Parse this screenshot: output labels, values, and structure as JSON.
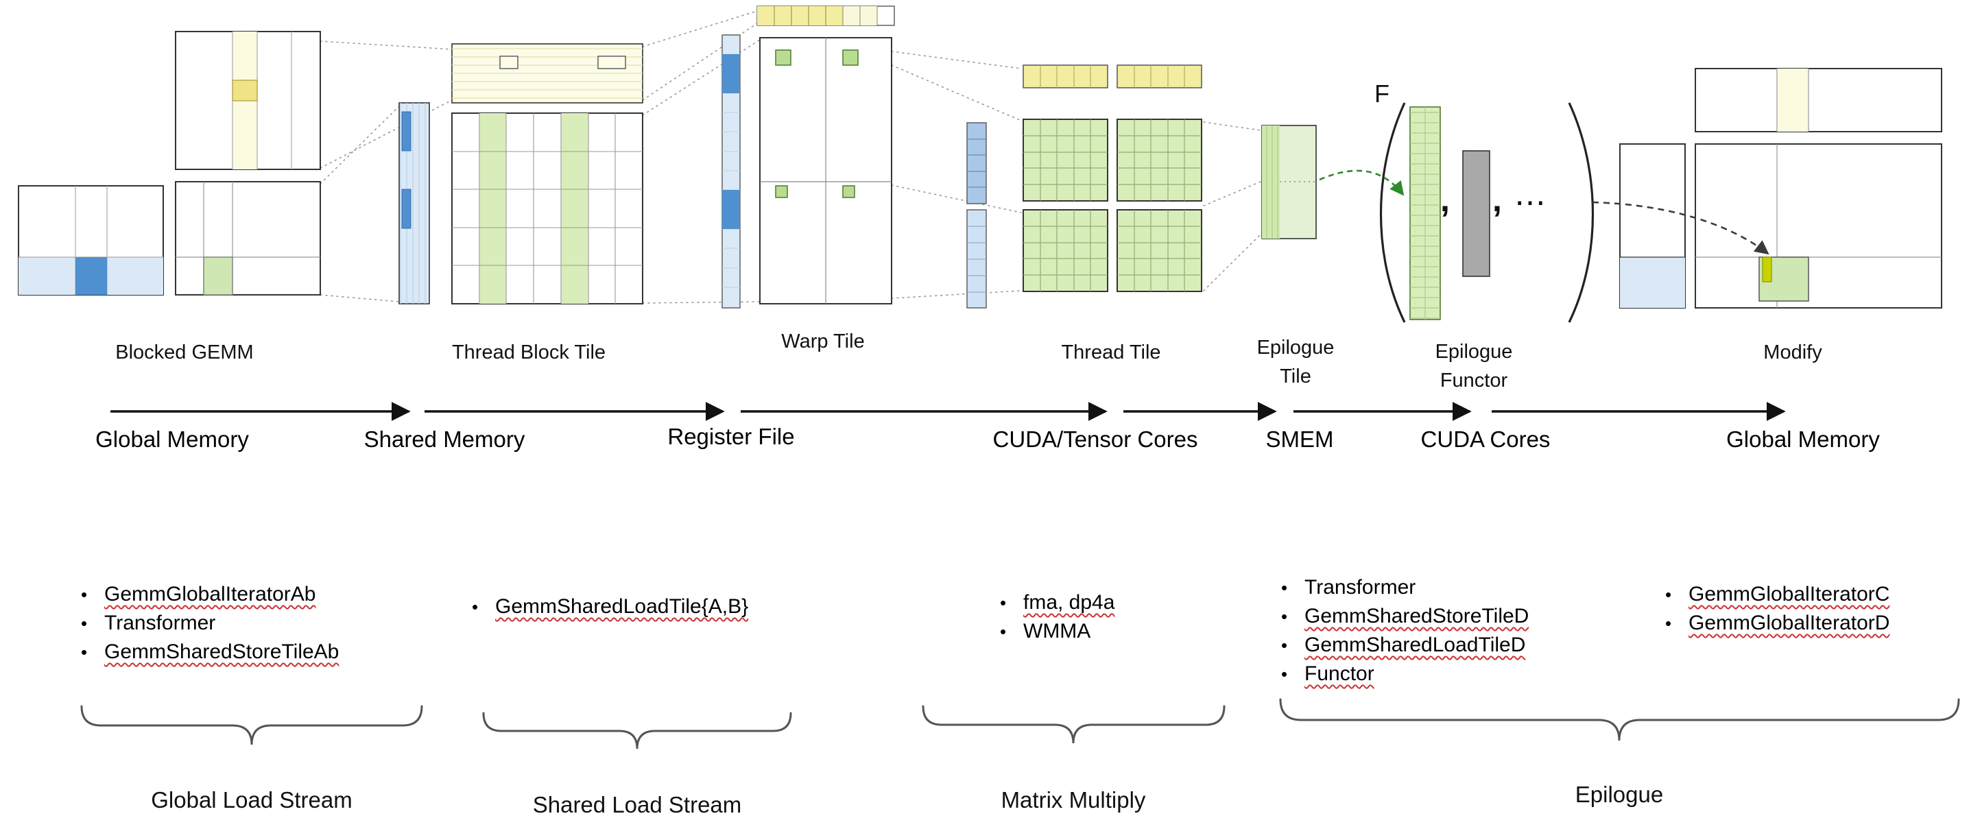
{
  "stages": {
    "blocked_gemm": {
      "label": "Blocked GEMM"
    },
    "thread_block_tile": {
      "label": "Thread Block Tile"
    },
    "warp_tile": {
      "label": "Warp Tile"
    },
    "thread_tile": {
      "label": "Thread Tile"
    },
    "epilogue_tile": {
      "line1": "Epilogue",
      "line2": "Tile"
    },
    "epilogue_functor": {
      "line1": "Epilogue",
      "line2": "Functor",
      "f_symbol": "F",
      "comma1": ",",
      "comma2": ",",
      "ellipsis": "⋯"
    },
    "modify": {
      "label": "Modify"
    }
  },
  "memory_flow": {
    "global_memory_left": "Global Memory",
    "shared_memory": "Shared Memory",
    "register_file": "Register File",
    "cuda_tensor_cores": "CUDA/Tensor Cores",
    "smem": "SMEM",
    "cuda_cores": "CUDA Cores",
    "global_memory_right": "Global Memory"
  },
  "component_lists": {
    "bullet_glyph": "•",
    "global_load": {
      "items": [
        {
          "text": "GemmGlobalIteratorAb",
          "underlined": true
        },
        {
          "text": "Transformer",
          "underlined": false
        },
        {
          "text": "GemmSharedStoreTileAb",
          "underlined": true
        }
      ]
    },
    "shared_load": {
      "items": [
        {
          "text": "GemmSharedLoadTile{A,B}",
          "underlined": true
        }
      ]
    },
    "matrix_multiply": {
      "items": [
        {
          "text": "fma, dp4a",
          "underlined": true
        },
        {
          "text": "WMMA",
          "underlined": false
        }
      ]
    },
    "epilogue": {
      "items": [
        {
          "text": "Transformer",
          "underlined": false
        },
        {
          "text": "GemmSharedStoreTileD",
          "underlined": true
        },
        {
          "text": "GemmSharedLoadTileD",
          "underlined": true
        },
        {
          "text": "Functor",
          "underlined": true
        }
      ]
    },
    "global_store": {
      "items": [
        {
          "text": "GemmGlobalIteratorC",
          "underlined": true
        },
        {
          "text": "GemmGlobalIteratorD",
          "underlined": true
        }
      ]
    }
  },
  "stream_groups": {
    "global_load_stream": "Global Load Stream",
    "shared_load_stream": "Shared Load Stream",
    "matrix_multiply": "Matrix Multiply",
    "epilogue": "Epilogue"
  },
  "colors": {
    "pale_yellow": "#fcfbdf",
    "highlight_yellow": "#f0e385",
    "strip_yellow": "#f3eda0",
    "pale_blue": "#dbe9f7",
    "highlight_blue": "#4f90d0",
    "segment_blue": "#a9c7e7",
    "grid_green": "#d9edbb",
    "cell_green": "#b9dd90",
    "highlight_green": "#cfe7b2",
    "chartreuse_cell": "#c8d400",
    "gray_bar": "#a9a9a9",
    "green_arrow": "#2e8b2e",
    "underline_red": "#cc3333"
  }
}
